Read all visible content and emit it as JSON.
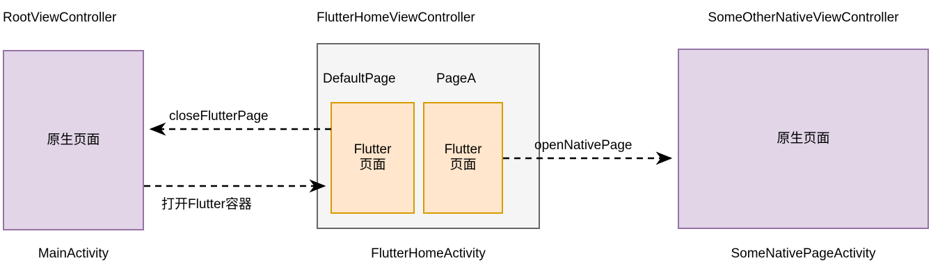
{
  "diagram": {
    "type": "flow-diagram",
    "background": "#ffffff",
    "colors": {
      "native_fill": "#e1d5e7",
      "native_stroke": "#9673a6",
      "container_fill": "#f5f5f5",
      "container_stroke": "#666666",
      "page_fill": "#ffe6cc",
      "page_stroke": "#d79b00",
      "edge_stroke": "#000000",
      "text": "#000000"
    }
  },
  "left": {
    "top_caption": "RootViewController",
    "box_label": "原生页面",
    "bottom_caption": "MainActivity"
  },
  "middle": {
    "top_caption": "FlutterHomeViewController",
    "bottom_caption": "FlutterHomeActivity",
    "pages": [
      {
        "title": "DefaultPage",
        "label": "Flutter\n页面"
      },
      {
        "title": "PageA",
        "label": "Flutter\n页面"
      }
    ]
  },
  "right": {
    "top_caption": "SomeOtherNativeViewController",
    "box_label": "原生页面",
    "bottom_caption": "SomeNativePageActivity"
  },
  "edges": [
    {
      "id": "close-flutter-page",
      "label": "closeFlutterPage",
      "direction": "right-to-left",
      "style": "dashed"
    },
    {
      "id": "open-flutter-container",
      "label": "打开Flutter容器",
      "direction": "left-to-right",
      "style": "dashed"
    },
    {
      "id": "open-native-page",
      "label": "openNativePage",
      "direction": "left-to-right",
      "style": "dashed"
    }
  ]
}
